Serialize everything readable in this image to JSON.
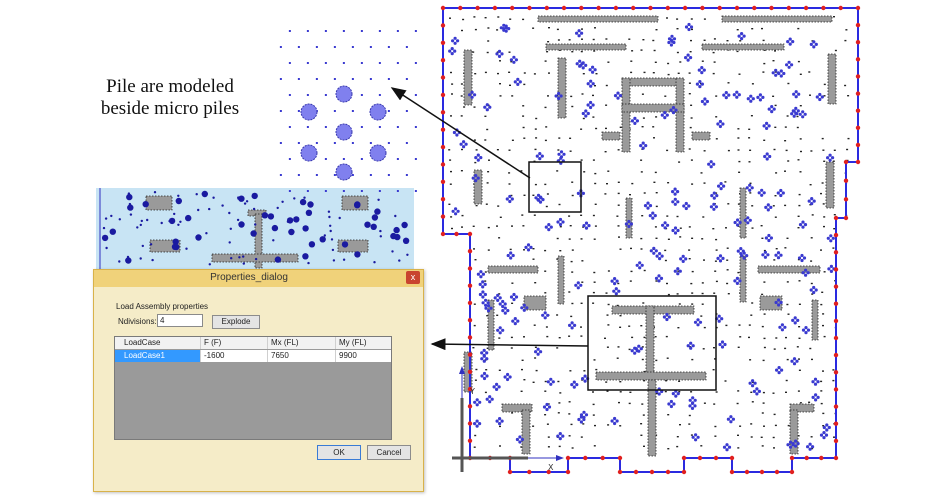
{
  "annotation": {
    "line1": "Pile are modeled",
    "line2": "beside micro piles"
  },
  "dialog": {
    "title": "Properties_dialog",
    "close_glyph": "x",
    "group_label": "Load Assembly properties",
    "ndivisions_label": "Ndivisions:",
    "ndivisions_value": "4",
    "explode_label": "Explode",
    "table": {
      "columns": [
        "LoadCase",
        "F (F)",
        "Mx (FL)",
        "My (FL)"
      ],
      "rows": [
        [
          "LoadCase1",
          "-1600",
          "7650",
          "9900"
        ]
      ]
    },
    "ok_label": "OK",
    "cancel_label": "Cancel"
  },
  "colors": {
    "boundary": "#2a2ae0",
    "boundary_node": "#e02020",
    "pile": "#8080ee",
    "micro_pile": "#3a3ad0",
    "wall": "#9a9a9a",
    "dialog_title_bg": "#f0d27a",
    "selection": "#3399ff"
  },
  "icons": {
    "axis_icon": "axis-cross-icon",
    "close_icon": "close-icon"
  }
}
